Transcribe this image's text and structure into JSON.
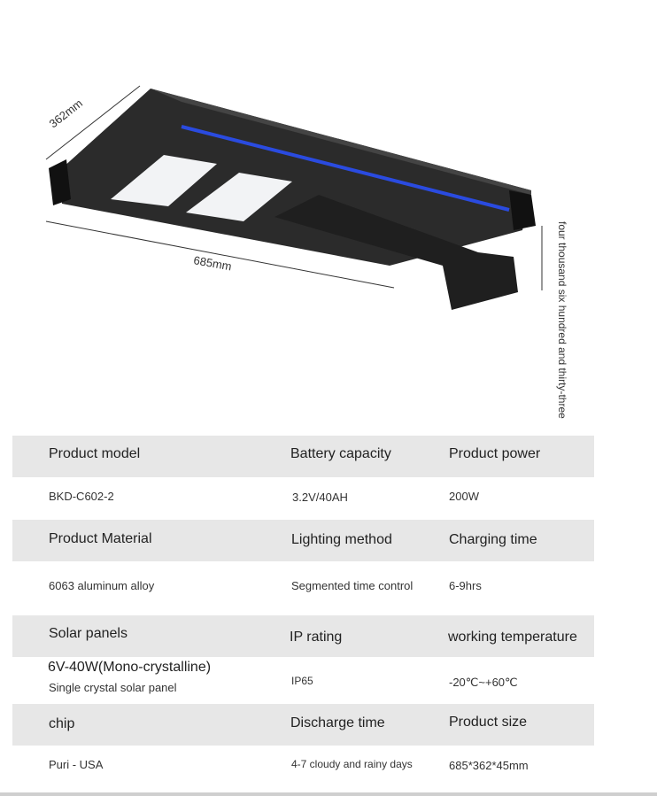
{
  "dimensions": {
    "width": "362mm",
    "length": "685mm",
    "height": "four thousand six hundred and thirty-three"
  },
  "accent_color": "#2a4be0",
  "specs": [
    {
      "label": "Product model",
      "value": "BKD-C602-2"
    },
    {
      "label": "Battery capacity",
      "value": "3.2V/40AH"
    },
    {
      "label": "Product power",
      "value": "200W"
    },
    {
      "label": "Product Material",
      "value": "6063 aluminum alloy"
    },
    {
      "label": "Lighting method",
      "value": "Segmented time control"
    },
    {
      "label": "Charging time",
      "value": "6-9hrs"
    },
    {
      "label": "Solar panels",
      "value": "6V-40W(Mono-crystalline)",
      "note": "Single crystal solar panel"
    },
    {
      "label": "IP rating",
      "value": "IP65"
    },
    {
      "label": "working temperature",
      "value": "-20℃~+60℃"
    },
    {
      "label": "chip",
      "value": "Puri - USA"
    },
    {
      "label": "Discharge time",
      "value": "4-7 cloudy and rainy days"
    },
    {
      "label": "Product size",
      "value": "685*362*45mm"
    }
  ]
}
